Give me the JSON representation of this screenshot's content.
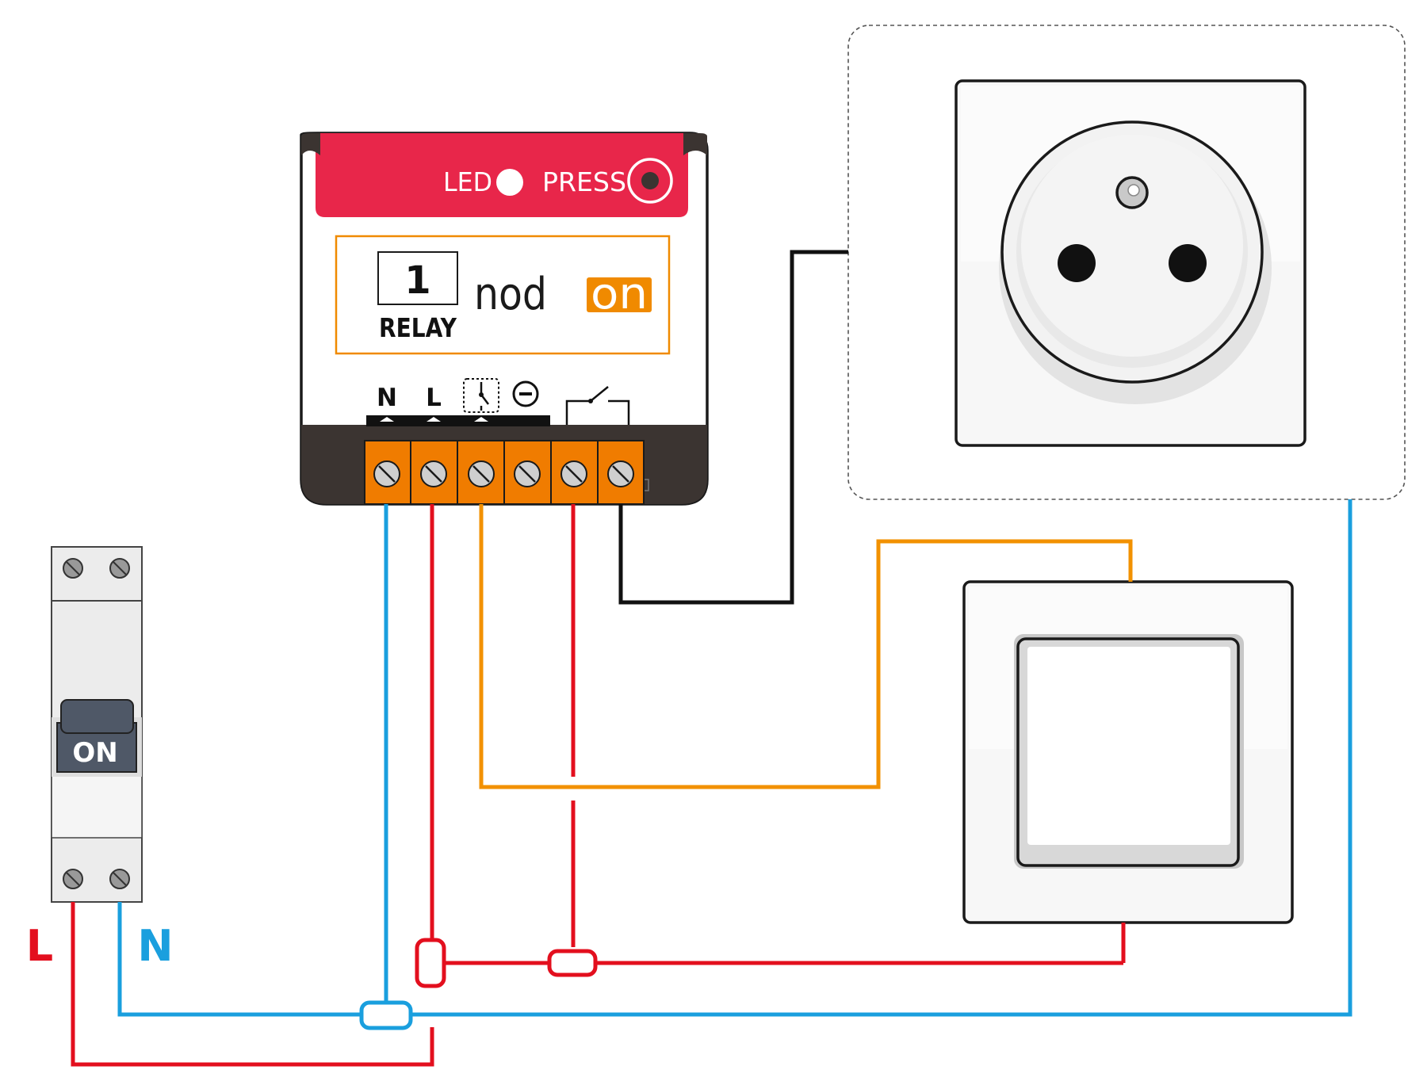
{
  "relay": {
    "led_label": "LED",
    "press_label": "PRESS",
    "channel_number": "1",
    "product_label": "RELAY",
    "brand_prefix": "nod",
    "brand_suffix": "on",
    "terminal_labels": {
      "n": "N",
      "l": "L"
    }
  },
  "breaker": {
    "state_label": "ON",
    "line_label": "L",
    "neutral_label": "N"
  },
  "colors": {
    "live": "#e30f1e",
    "neutral": "#1a9fde",
    "switch_wire": "#f29100",
    "output_wire": "#000000",
    "relay_header": "#e8264a",
    "relay_base": "#3b3431",
    "terminal": "#f07c00",
    "brand_orange": "#f08a00",
    "breaker_body": "#ececec",
    "breaker_toggle": "#4f5867"
  },
  "icons": [
    "led-indicator-icon",
    "press-button-icon",
    "switch-input-icon",
    "minus-terminal-icon",
    "relay-contact-icon",
    "terminal-screw-icon"
  ]
}
